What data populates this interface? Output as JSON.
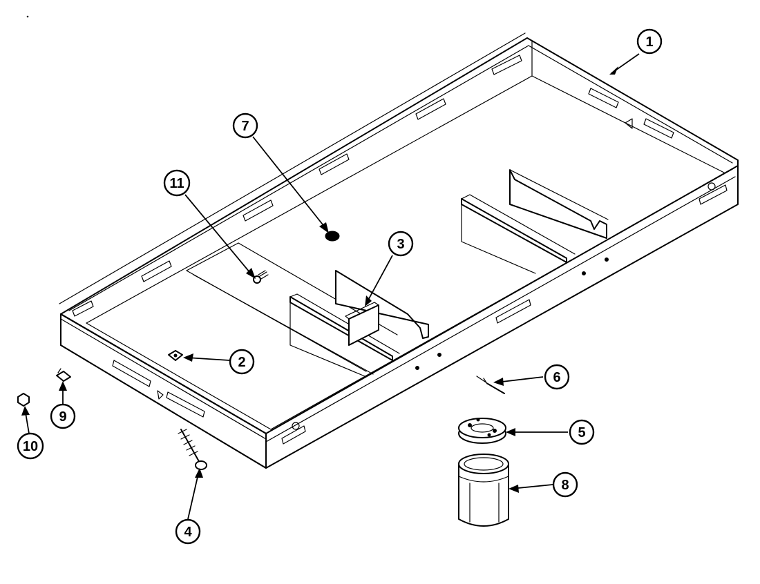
{
  "callouts": [
    {
      "id": "c1",
      "label": "1"
    },
    {
      "id": "c2",
      "label": "2"
    },
    {
      "id": "c3",
      "label": "3"
    },
    {
      "id": "c4",
      "label": "4"
    },
    {
      "id": "c5",
      "label": "5"
    },
    {
      "id": "c6",
      "label": "6"
    },
    {
      "id": "c7",
      "label": "7"
    },
    {
      "id": "c8",
      "label": "8"
    },
    {
      "id": "c9",
      "label": "9"
    },
    {
      "id": "c10",
      "label": "10"
    },
    {
      "id": "c11",
      "label": "11"
    }
  ],
  "parts": {
    "tray": "burner-box-tray",
    "nut": "clip-nut",
    "bracket": "support-bracket",
    "screw_long": "long-screw",
    "cap": "burner-cap",
    "rivet": "rivet",
    "plug": "hole-plug",
    "jar": "drip-jar",
    "clip": "clip",
    "hexnut": "hex-nut",
    "screw_small": "small-screw"
  }
}
